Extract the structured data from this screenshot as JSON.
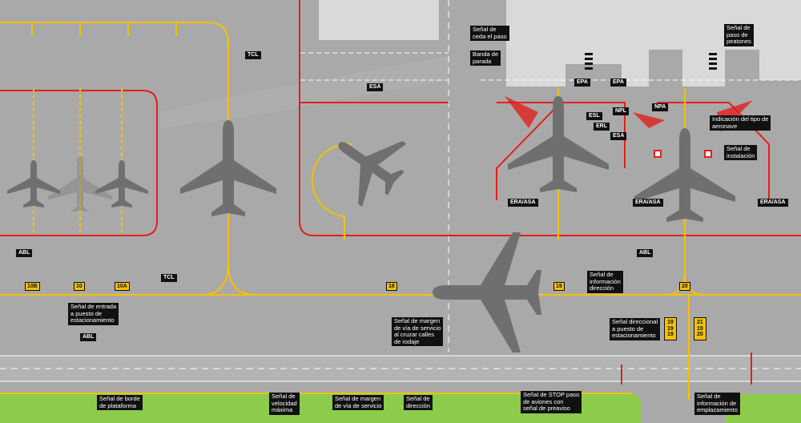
{
  "labels": {
    "ceda_paso": "Señal de\nceda el paso",
    "banda_parada": "Banda de\nparada",
    "paso_peatones": "Señal de\npaso de\npeatones",
    "tipo_aeronave": "Indicación del tipo de\naeronave",
    "instalacion": "Señal de\ninstalación",
    "entrada_puesto": "Señal de entrada\na puesto de\nestacionamiento",
    "margen_cruce": "Señal de margen\nde vía de servicio\nal cruzar calles\nde rodaje",
    "informacion_direccion": "Señal de\ninformación\ndirección",
    "direccional_puesto": "Señal direccional\na puesto de\nestacionamiento",
    "borde_plataforma": "Señal de borde\nde plataforma",
    "velocidad_maxima": "Señal de\nvelocidad\nmáxima",
    "margen_servicio": "Señal de margen\nde vía de servicio",
    "direccion": "Señal de\ndirección",
    "stop_preaviso": "Señal de STOP paso\nde aviones con\nseñal de preaviso",
    "informacion_emplazamiento": "Señal de\ninformación de\nemplazamiento"
  },
  "tags": {
    "tcl_top": "TCL",
    "tcl_mid": "TCL",
    "esa": "ESA",
    "epa_left": "EPA",
    "epa_right": "EPA",
    "esl": "ESL",
    "erl": "ERL",
    "esa_right": "ESA",
    "npl": "NPL",
    "npa": "NPA",
    "era_asa_left": "ERA/ASA",
    "era_asa_mid": "ERA/ASA",
    "era_asa_right": "ERA/ASA",
    "abl_left": "ABL",
    "abl_right": "ABL",
    "abl_bottom": "ABL"
  },
  "stands": {
    "s10b": "10B",
    "s10": "10",
    "s10a": "10A",
    "s18": "18",
    "s19": "19",
    "s20": "20"
  },
  "direction_signs": {
    "sign_a": "19\n19\n19",
    "sign_b": "21\n19\n20"
  },
  "colors": {
    "apron": "#a9a9a9",
    "building": "#d9d9d9",
    "grass": "#8ccc4a",
    "red_line": "#e0201b",
    "yellow_line": "#f2c200",
    "aircraft": "#6f6f6f",
    "label_bg": "#111111"
  }
}
